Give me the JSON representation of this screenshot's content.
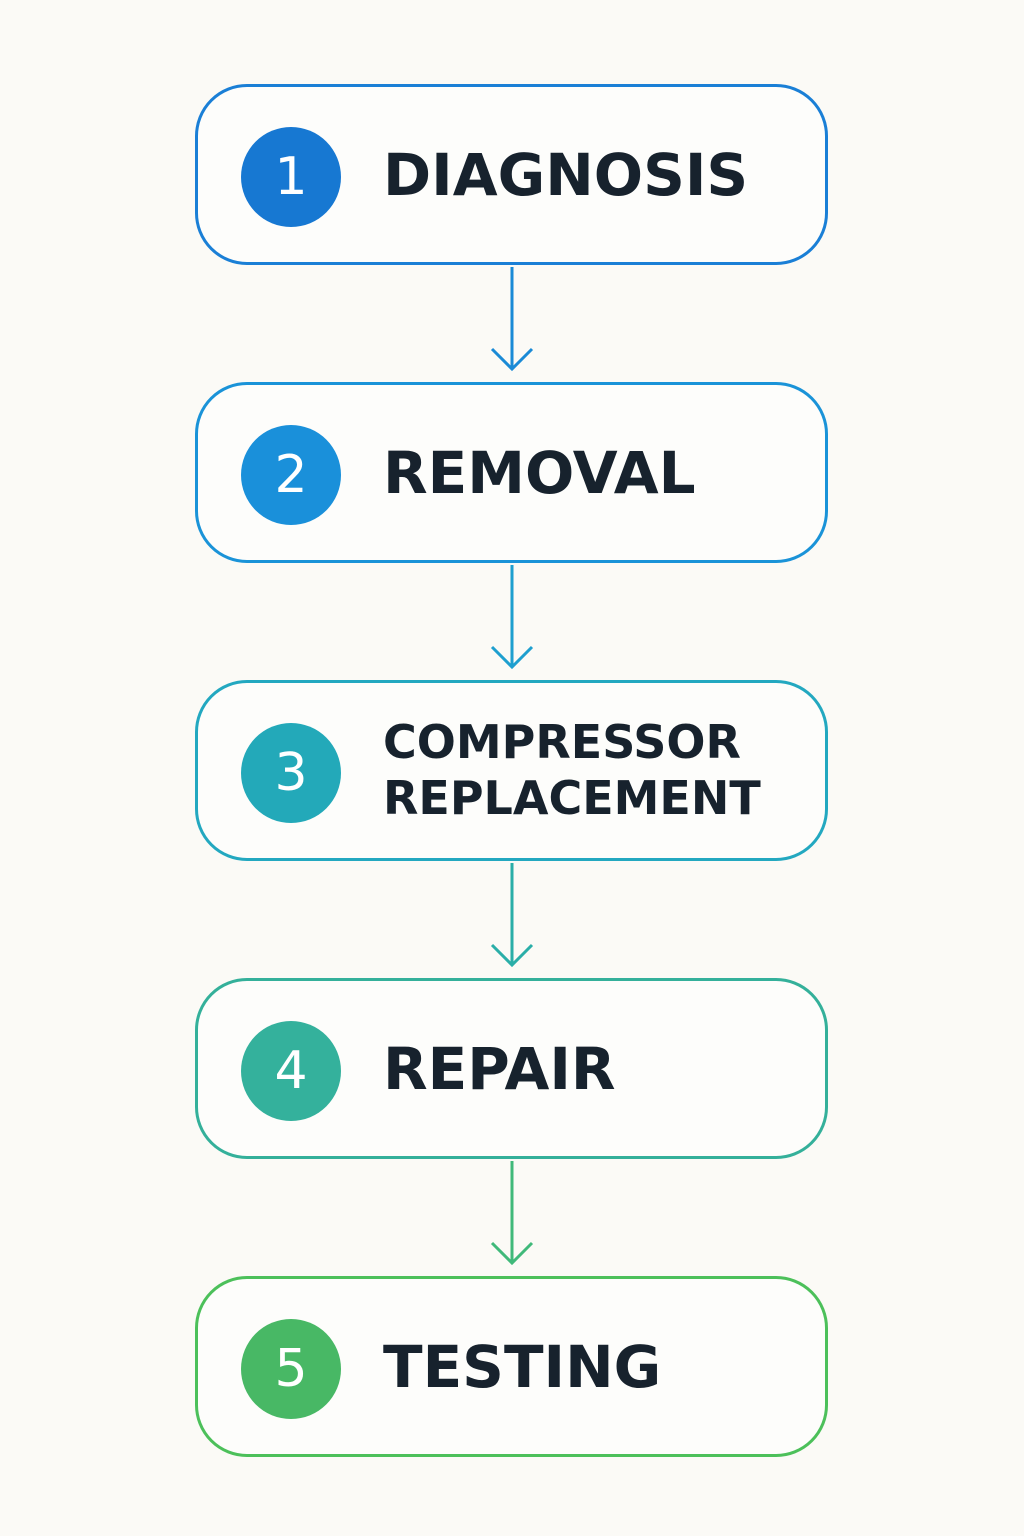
{
  "steps": [
    {
      "number": "1",
      "label_lines": [
        "DIAGNOSIS"
      ],
      "color": "#1a7fd6",
      "badge_color": "#1778d2"
    },
    {
      "number": "2",
      "label_lines": [
        "REMOVAL"
      ],
      "color": "#1a93d8",
      "badge_color": "#1a90da"
    },
    {
      "number": "3",
      "label_lines": [
        "COMPRESSOR",
        "REPLACEMENT"
      ],
      "color": "#23a8c0",
      "badge_color": "#23a9b9"
    },
    {
      "number": "4",
      "label_lines": [
        "REPAIR"
      ],
      "color": "#34b09a",
      "badge_color": "#34b19c"
    },
    {
      "number": "5",
      "label_lines": [
        "TESTING"
      ],
      "color": "#4cc05a",
      "badge_color": "#48b865"
    }
  ],
  "arrow_colors": [
    "#1a8ad6",
    "#1e9fcf",
    "#2aaea8",
    "#40b97a"
  ]
}
